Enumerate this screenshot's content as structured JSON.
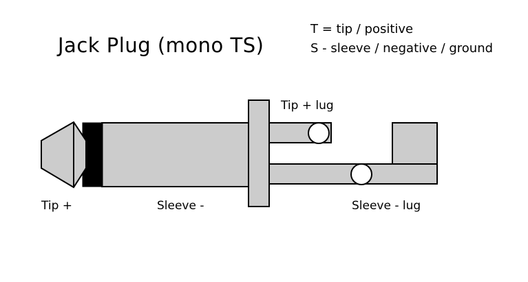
{
  "document": {
    "title": "Jack Plug (mono TS)",
    "background_color": "#ffffff",
    "metal_fill_color": "#cccccc",
    "insulator_fill_color": "#000000",
    "outline_color": "#000000",
    "hole_fill_color": "#ffffff"
  },
  "legend": {
    "line_tip": "T = tip / positive",
    "line_sleeve": "S - sleeve / negative / ground"
  },
  "labels": {
    "tip": "Tip +",
    "sleeve": "Sleeve -",
    "tip_lug": "Tip + lug",
    "sleeve_lug": "Sleeve - lug"
  },
  "parts": [
    {
      "name": "tip-cone",
      "kind": "metal",
      "label": "Tip +"
    },
    {
      "name": "insulator-ring",
      "kind": "insulator",
      "label": ""
    },
    {
      "name": "sleeve-barrel",
      "kind": "metal",
      "label": "Sleeve -"
    },
    {
      "name": "collar-flange",
      "kind": "metal",
      "label": ""
    },
    {
      "name": "tip-lug-arm",
      "kind": "metal",
      "label": "Tip + lug"
    },
    {
      "name": "sleeve-lug-arm",
      "kind": "metal",
      "label": "Sleeve - lug"
    },
    {
      "name": "sleeve-lug-riser",
      "kind": "metal",
      "label": ""
    },
    {
      "name": "tip-lug-hole",
      "kind": "hole",
      "label": ""
    },
    {
      "name": "sleeve-lug-hole",
      "kind": "hole",
      "label": ""
    }
  ]
}
